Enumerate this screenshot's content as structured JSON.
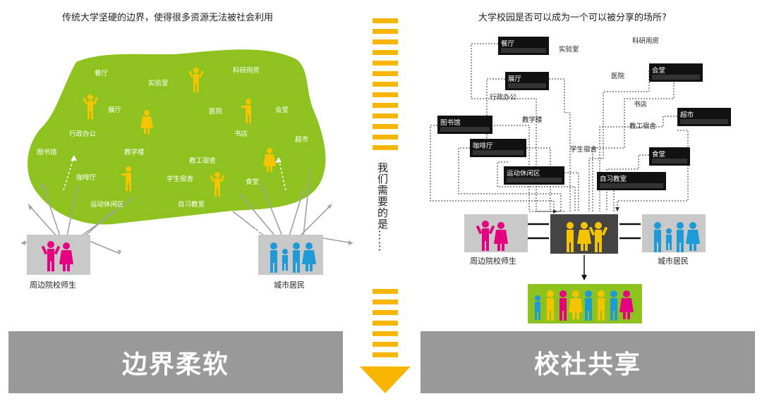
{
  "left": {
    "title": "传统大学坚硬的边界，使得很多资源无法被社会利用",
    "labels": [
      "餐厅",
      "实验室",
      "科研用房",
      "展厅",
      "医院",
      "会堂",
      "行政办公",
      "书店",
      "超市",
      "图书馆",
      "教学楼",
      "咖啡厅",
      "教工宿舍",
      "学生宿舍",
      "食堂",
      "运动休闲区",
      "自习教室"
    ],
    "group_students": "周边院校师生",
    "group_residents": "城市居民",
    "banner": "边界柔软"
  },
  "center": {
    "vertical_text": "我们需要的是……"
  },
  "right": {
    "title": "大学校园是否可以成为一个可以被分享的场所?",
    "boxes": [
      "餐厅",
      "展厅",
      "会堂",
      "图书馆",
      "超市",
      "咖啡厅",
      "食堂",
      "运动休闲区",
      "自习教室"
    ],
    "plain": [
      "实验室",
      "科研用房",
      "医院",
      "行政办公",
      "书店",
      "教学楼",
      "教工宿舍",
      "学生宿舍"
    ],
    "group_students": "周边院校师生",
    "group_residents": "城市居民",
    "banner": "校社共享"
  },
  "colors": {
    "green": "#8dc21f",
    "yellow": "#f5c400",
    "magenta": "#e4007f",
    "blue": "#1e9ad6",
    "gray": "#999999",
    "arrow_yellow": "#f8b500"
  }
}
